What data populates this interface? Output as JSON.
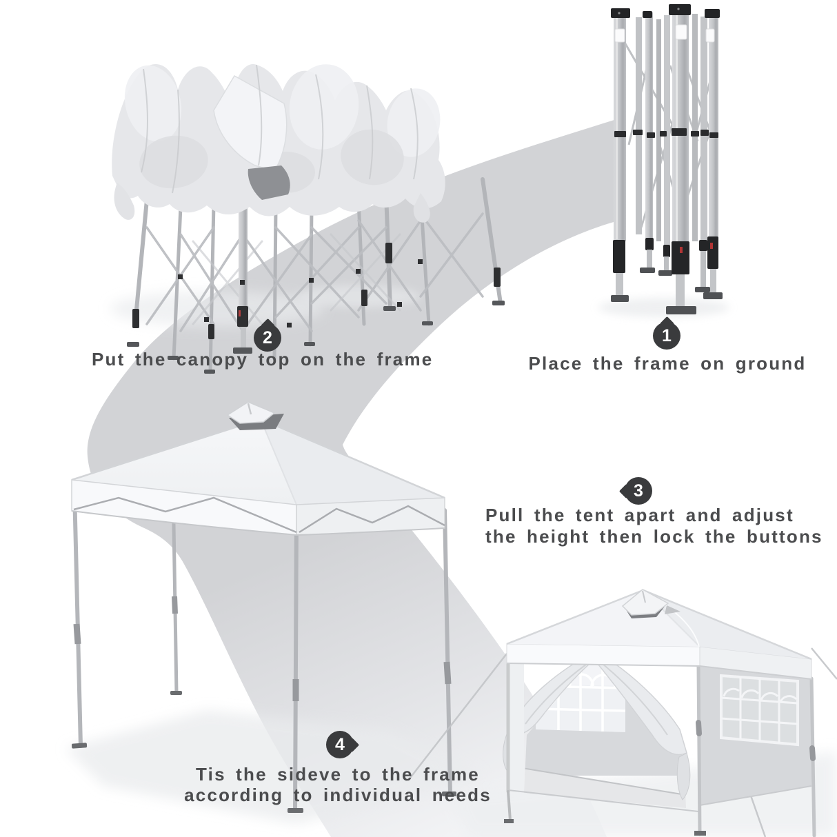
{
  "colors": {
    "background": "#ffffff",
    "ribbon_gray": "#d2d3d6",
    "caption_text": "#4b4c4e",
    "badge_background": "#3a3b3d",
    "badge_number": "#ffffff",
    "canopy_fabric": "#eceef0",
    "frame_metal": "#b5b7bb",
    "frame_joint_black": "#2e2f31"
  },
  "steps": [
    {
      "number": "1",
      "lines": [
        "Place the frame on ground"
      ],
      "badge_tail": "up",
      "illustration": "folded-frame-standing"
    },
    {
      "number": "2",
      "lines": [
        "Put the canopy top on the frame"
      ],
      "badge_tail": "up",
      "illustration": "frame-with-draped-canopy"
    },
    {
      "number": "3",
      "lines": [
        "Pull the tent apart and adjust",
        "the height then lock the buttons"
      ],
      "badge_tail": "left",
      "illustration": "open-canopy-tent"
    },
    {
      "number": "4",
      "lines": [
        "Tis the sideve to the frame",
        "according to individual needs"
      ],
      "badge_tail": "right",
      "illustration": "canopy-tent-with-sidewalls"
    }
  ]
}
